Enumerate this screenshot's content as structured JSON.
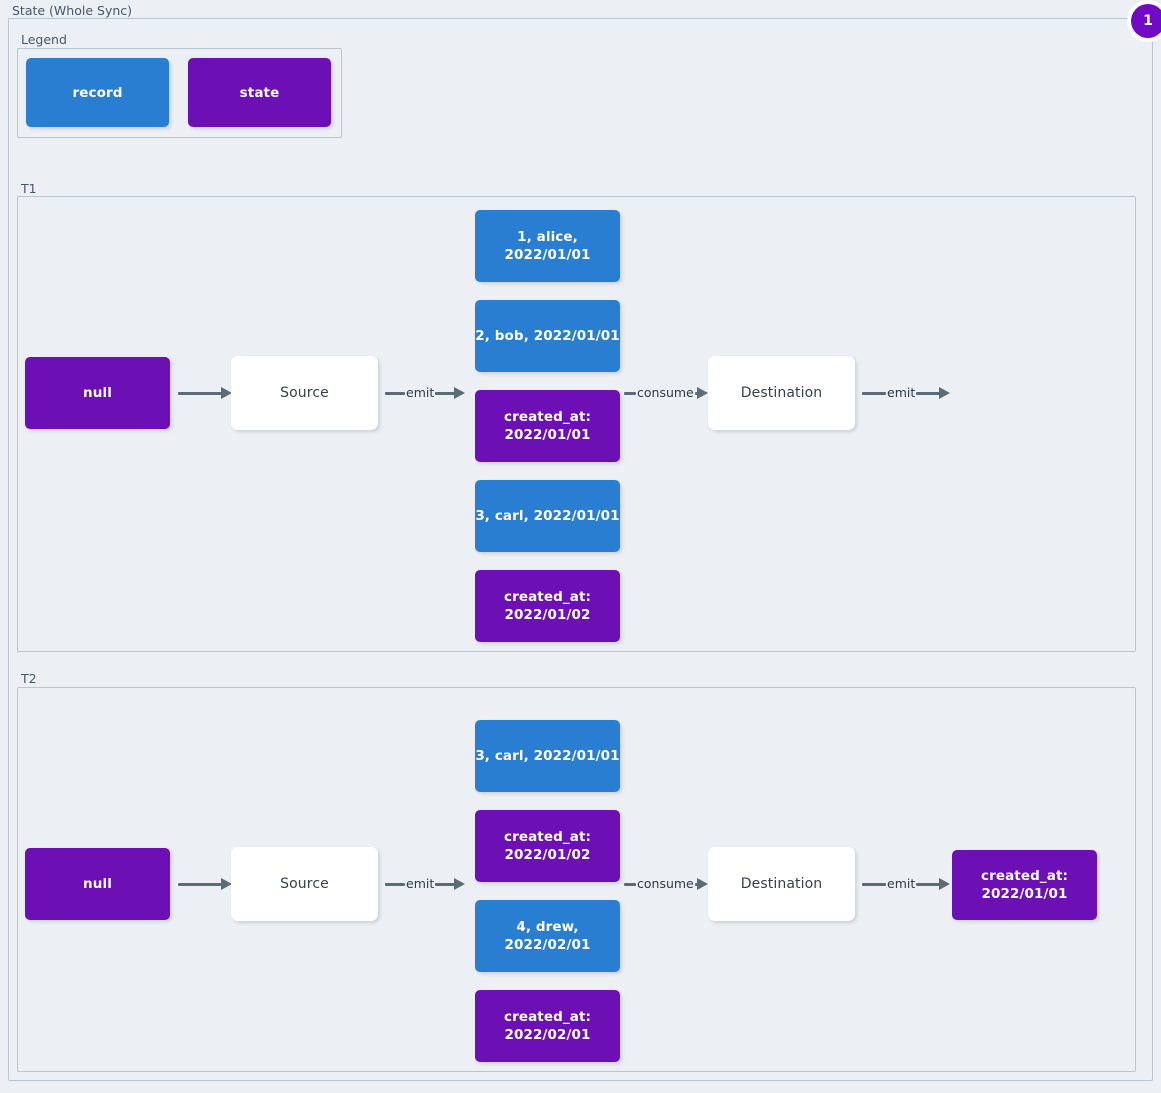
{
  "diagram": {
    "title": "State (Whole Sync)",
    "badge": "1",
    "colors": {
      "record": "#2a7ed1",
      "state": "#6c0fb4",
      "plain": "#ffffff",
      "arrow": "#5b6b77",
      "background": "#eceff4",
      "border": "#b9c6d2",
      "badge": "#7209c4"
    }
  },
  "legend": {
    "label": "Legend",
    "items": [
      {
        "label": "record",
        "kind": "record"
      },
      {
        "label": "state",
        "kind": "state"
      }
    ]
  },
  "sections": [
    {
      "label": "T1",
      "initial_state": "null",
      "source": "Source",
      "destination": "Destination",
      "arrows": {
        "state_to_source": "",
        "source_emit": "emit",
        "consume": "consume",
        "destination_emit": "emit"
      },
      "stream": [
        {
          "kind": "record",
          "text": "1, alice, 2022/01/01"
        },
        {
          "kind": "record",
          "text": "2, bob, 2022/01/01"
        },
        {
          "kind": "state",
          "text": "created_at:\n2022/01/01"
        },
        {
          "kind": "record",
          "text": "3, carl, 2022/01/01"
        },
        {
          "kind": "state",
          "text": "created_at:\n2022/01/02"
        }
      ],
      "final_state": null
    },
    {
      "label": "T2",
      "initial_state": "null",
      "source": "Source",
      "destination": "Destination",
      "arrows": {
        "state_to_source": "",
        "source_emit": "emit",
        "consume": "consume",
        "destination_emit": "emit"
      },
      "stream": [
        {
          "kind": "record",
          "text": "3, carl, 2022/01/01"
        },
        {
          "kind": "state",
          "text": "created_at:\n2022/01/02"
        },
        {
          "kind": "record",
          "text": "4, drew, 2022/02/01"
        },
        {
          "kind": "state",
          "text": "created_at:\n2022/02/01"
        }
      ],
      "final_state": "created_at:\n2022/01/01"
    }
  ]
}
